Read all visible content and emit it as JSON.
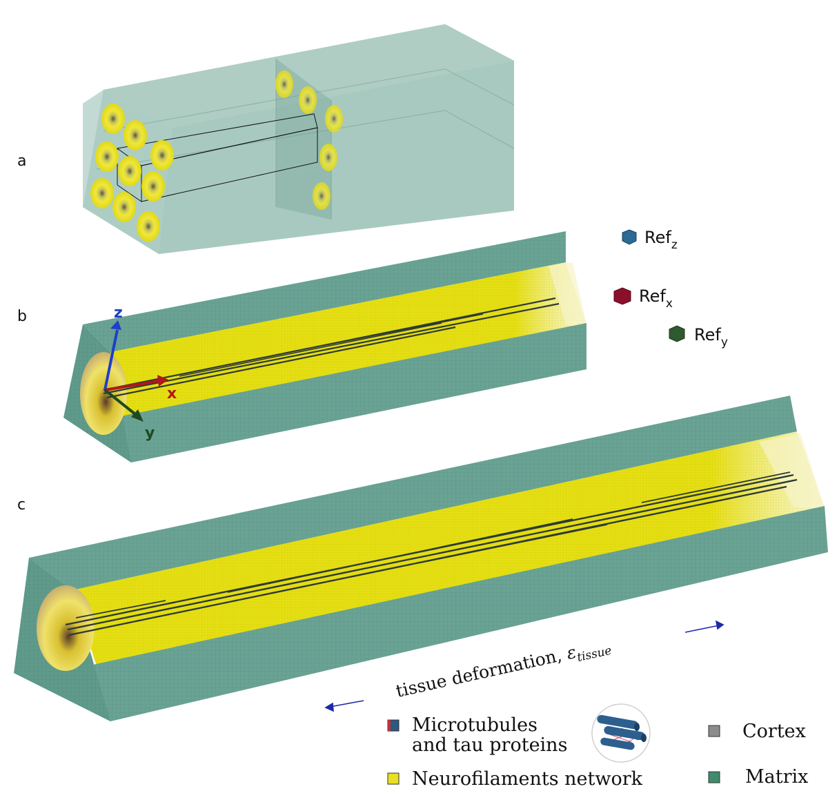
{
  "panels": {
    "a": "a",
    "b": "b",
    "c": "c"
  },
  "axes": {
    "z": "z",
    "x": "x",
    "y": "y",
    "colors": {
      "z": "#1e3fc8",
      "x": "#b01818",
      "y": "#1e4a1e"
    }
  },
  "refs": [
    {
      "base": "Ref",
      "sub": "z",
      "color": "#2a6a94",
      "icon": "hexagon-icon"
    },
    {
      "base": "Ref",
      "sub": "x",
      "color": "#8a0f2a",
      "icon": "hexagon-icon"
    },
    {
      "base": "Ref",
      "sub": "y",
      "color": "#2f5a2f",
      "icon": "hexagon-icon"
    }
  ],
  "deformation": {
    "text": "tissue deformation, ",
    "symbol": "ε",
    "subscript": "tissue"
  },
  "legend": {
    "microtubules_line1": "Microtubules",
    "microtubules_line2": "and tau proteins",
    "microtubules_color": "#2a5a80",
    "neurofilaments": "Neurofilaments network",
    "neurofilaments_color": "#e8e020",
    "cortex": "Cortex",
    "cortex_color": "#8c8c8c",
    "matrix": "Matrix",
    "matrix_color": "#3f8c6c"
  },
  "colors": {
    "matrix": "#6aa394",
    "matrix_dark": "#548a7c",
    "matrix_light": "#7db4a5",
    "yellow": "#e6df12",
    "transparent_box": "#7fb3a3",
    "arrow_blue": "#1e2aa8"
  }
}
